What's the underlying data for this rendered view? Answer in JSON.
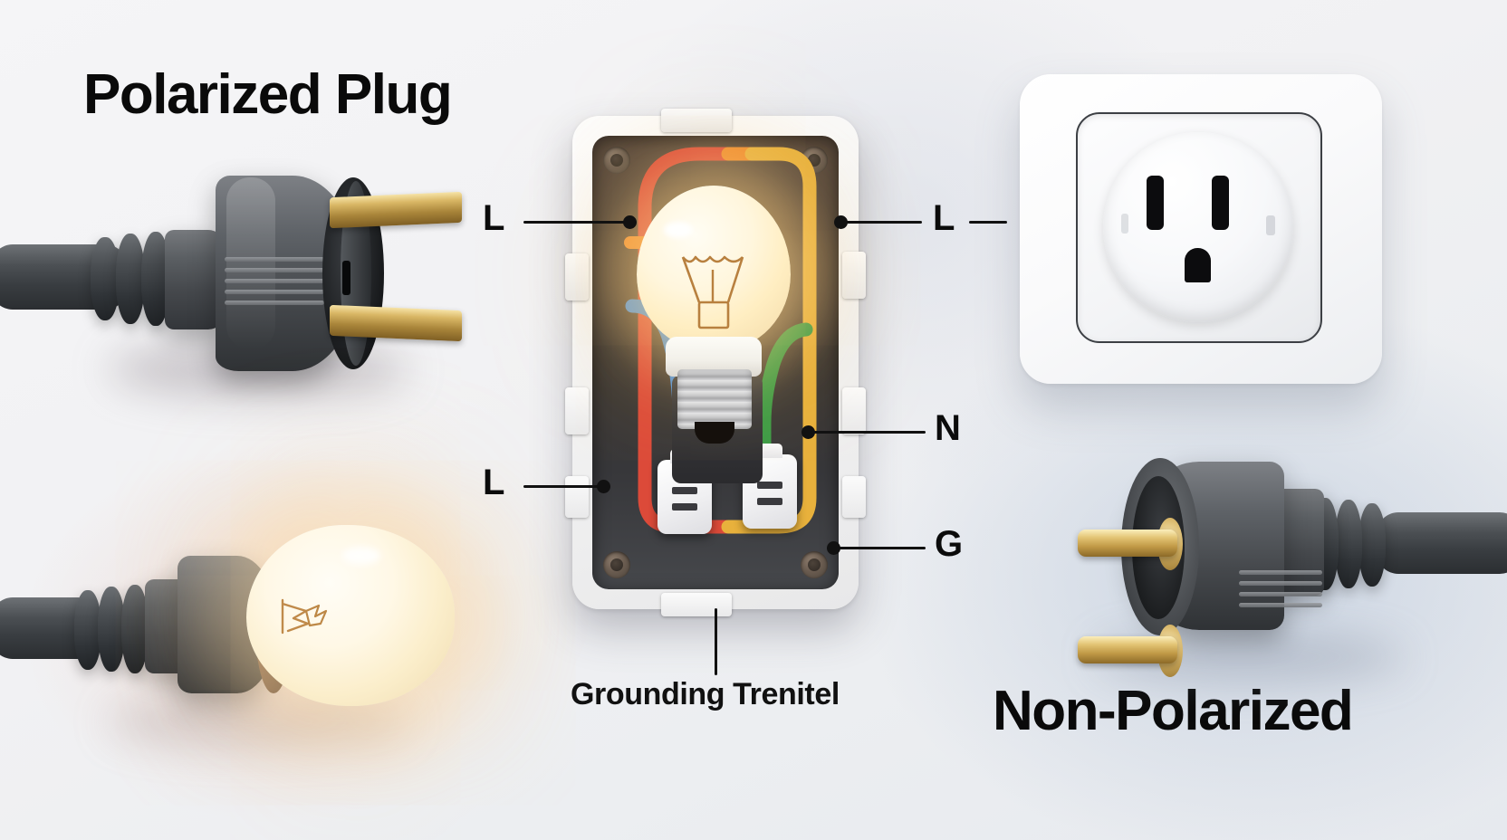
{
  "page": {
    "background_color": "#f1f1f3",
    "accent_text_color": "#0a0a0a"
  },
  "titles": {
    "polarized": "Polarized Plug",
    "non_polarized": "Non-Polarized"
  },
  "callouts": [
    {
      "id": "left-line",
      "label": "L",
      "side": "left",
      "target": "red-live-wire"
    },
    {
      "id": "right-line",
      "label": "L",
      "side": "right",
      "target": "yellow-live-wire"
    },
    {
      "id": "left-neutral",
      "label": "L",
      "side": "left",
      "target": "blue-wire"
    },
    {
      "id": "right-neutral",
      "label": "N",
      "side": "right",
      "target": "green-neutral-wire"
    },
    {
      "id": "right-ground",
      "label": "G",
      "side": "right",
      "target": "yellow-ground-wire"
    }
  ],
  "annotations": {
    "grounding_terminal": "Grounding Trenitel"
  },
  "junction_box": {
    "wire_colors": {
      "live_red": "#e04a3a",
      "live_yellow": "#e8b13c",
      "neutral_blue": "#4b90dd",
      "ground_green": "#3a9b45",
      "ground_yellow": "#e0b84a",
      "orange_jumper": "#ef8a2b"
    },
    "screws": 4,
    "terminal_blocks": 2,
    "bulb": {
      "state": "on",
      "glow_color": "#ffd98c"
    }
  },
  "socket": {
    "type": "NEMA 5-15R",
    "slots": [
      "line",
      "neutral",
      "ground"
    ],
    "body_color": "#ffffff"
  },
  "plugs": {
    "polarized": {
      "prong_type": "flat-blade",
      "prong_count": 2,
      "body_color": "#4c5054"
    },
    "non_polarized": {
      "prong_type": "round-pin",
      "prong_count": 2,
      "body_color": "#4c5054"
    }
  },
  "lamp": {
    "state": "on",
    "glow_color": "#ffe0a8"
  }
}
